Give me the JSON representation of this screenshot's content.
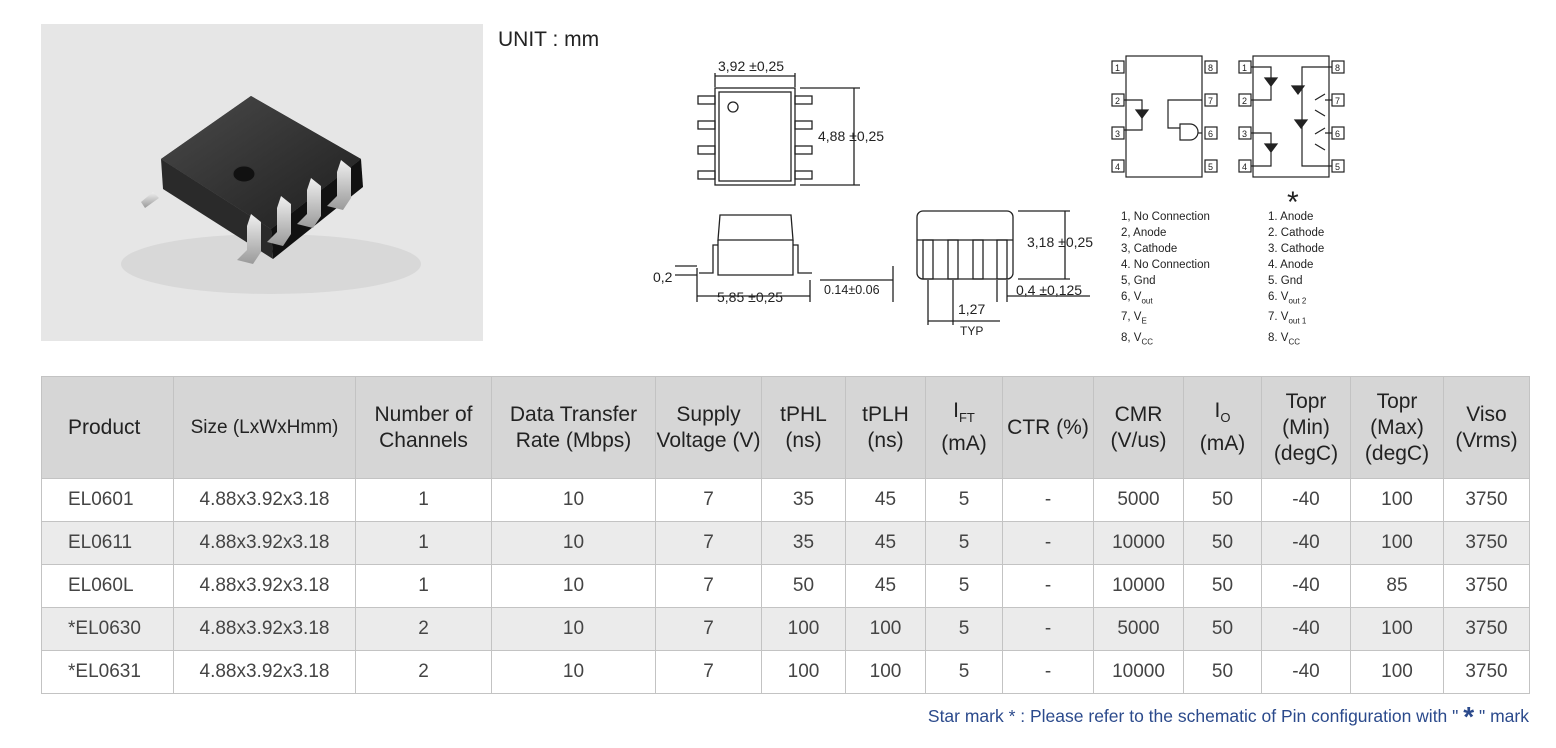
{
  "unit_label": "UNIT : mm",
  "dimensions": {
    "width_top": "3,92 ±0,25",
    "length_side": "4,88 ±0,25",
    "lead_thickness": "0,2",
    "body_width": "5,85 ±0,25",
    "standoff": "0.14±0.06",
    "height": "3,18 ±0,25",
    "pitch": "1,27",
    "pitch_note": "TYP",
    "lead_width": "0,4 ±0,125"
  },
  "pin_numbers": [
    "1",
    "2",
    "3",
    "4",
    "5",
    "6",
    "7",
    "8"
  ],
  "star_symbol": "*",
  "pins_single": [
    {
      "text": "1, No Connection",
      "sub": ""
    },
    {
      "text": "2, Anode",
      "sub": ""
    },
    {
      "text": "3, Cathode",
      "sub": ""
    },
    {
      "text": "4. No Connection",
      "sub": ""
    },
    {
      "text": "5, Gnd",
      "sub": ""
    },
    {
      "text": "6, V",
      "sub": "out"
    },
    {
      "text": "7, V",
      "sub": "E"
    },
    {
      "text": "8, V",
      "sub": "CC"
    }
  ],
  "pins_dual": [
    {
      "text": "1. Anode",
      "sub": ""
    },
    {
      "text": "2. Cathode",
      "sub": ""
    },
    {
      "text": "3. Cathode",
      "sub": ""
    },
    {
      "text": "4. Anode",
      "sub": ""
    },
    {
      "text": "5. Gnd",
      "sub": ""
    },
    {
      "text": "6. V",
      "sub": "out 2"
    },
    {
      "text": "7. V",
      "sub": "out 1"
    },
    {
      "text": "8. V",
      "sub": "CC"
    }
  ],
  "table": {
    "headers": [
      {
        "text": "Product",
        "sub": ""
      },
      {
        "text": "Size (LxWxHmm)",
        "sub": ""
      },
      {
        "text": "Number of Channels",
        "sub": ""
      },
      {
        "text": "Data Transfer Rate (Mbps)",
        "sub": ""
      },
      {
        "text": "Supply Voltage (V)",
        "sub": ""
      },
      {
        "text": "tPHL (ns)",
        "sub": ""
      },
      {
        "text": "tPLH (ns)",
        "sub": ""
      },
      {
        "text": "I",
        "sub": "FT",
        "after": "(mA)"
      },
      {
        "text": "CTR (%)",
        "sub": ""
      },
      {
        "text": "CMR (V/us)",
        "sub": ""
      },
      {
        "text": "I",
        "sub": "O",
        "after": "(mA)"
      },
      {
        "text": "Topr (Min) (degC)",
        "sub": ""
      },
      {
        "text": "Topr (Max) (degC)",
        "sub": ""
      },
      {
        "text": "Viso (Vrms)",
        "sub": ""
      }
    ],
    "rows": [
      [
        "EL0601",
        "4.88x3.92x3.18",
        "1",
        "10",
        "7",
        "35",
        "45",
        "5",
        "-",
        "5000",
        "50",
        "-40",
        "100",
        "3750"
      ],
      [
        "EL0611",
        "4.88x3.92x3.18",
        "1",
        "10",
        "7",
        "35",
        "45",
        "5",
        "-",
        "10000",
        "50",
        "-40",
        "100",
        "3750"
      ],
      [
        "EL060L",
        "4.88x3.92x3.18",
        "1",
        "10",
        "7",
        "50",
        "45",
        "5",
        "-",
        "10000",
        "50",
        "-40",
        "85",
        "3750"
      ],
      [
        "*EL0630",
        "4.88x3.92x3.18",
        "2",
        "10",
        "7",
        "100",
        "100",
        "5",
        "-",
        "5000",
        "50",
        "-40",
        "100",
        "3750"
      ],
      [
        "*EL0631",
        "4.88x3.92x3.18",
        "2",
        "10",
        "7",
        "100",
        "100",
        "5",
        "-",
        "10000",
        "50",
        "-40",
        "100",
        "3750"
      ]
    ]
  },
  "footnote": {
    "text": "Star mark * : Please refer to the schematic of Pin configuration with \"",
    "star": "*",
    "tail": "\"  mark"
  },
  "colors": {
    "header_bg": "#d6d6d6",
    "alt_row_bg": "#ebebeb",
    "footnote": "#2b4a8c",
    "photo_bg": "#e6e6e6"
  }
}
